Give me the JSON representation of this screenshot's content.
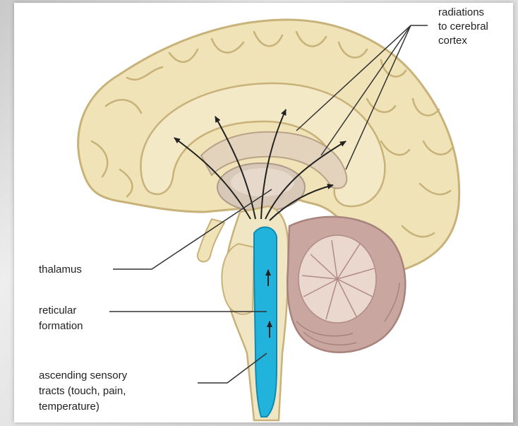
{
  "labels": {
    "radiations": [
      "radiations",
      "to cerebral",
      "cortex"
    ],
    "thalamus": [
      "thalamus"
    ],
    "reticular": [
      "reticular",
      "formation"
    ],
    "ascending": [
      "ascending sensory",
      "tracts (touch, pain,",
      "temperature)"
    ]
  },
  "colors": {
    "cortex": "#efe3b7",
    "cortex_dark": "#c8b27a",
    "thalamus": "#d8c8b8",
    "cerebellum": "#c9a6a0",
    "reticular": "#21b3dc",
    "arrow": "#222222"
  }
}
